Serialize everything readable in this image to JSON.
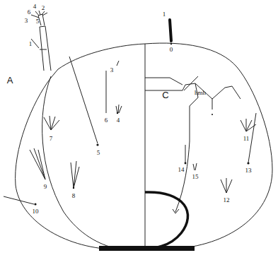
{
  "diagram": {
    "labels": [
      "4",
      "2",
      "6",
      "3",
      "5",
      "1",
      "A",
      "7",
      "3",
      "6",
      "4",
      "5",
      "9",
      "8",
      "10",
      "1",
      "0",
      "C",
      "hmh",
      "11",
      "14",
      "15",
      "12",
      "13"
    ]
  }
}
